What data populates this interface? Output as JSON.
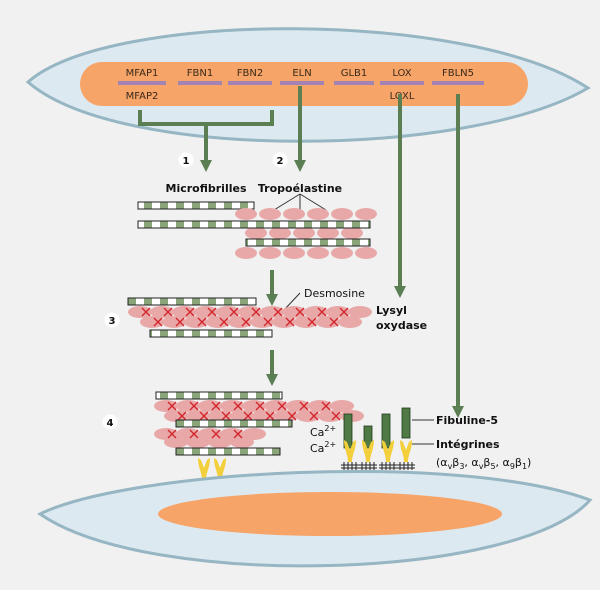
{
  "genes": {
    "row1": [
      "MFAP1",
      "FBN1",
      "FBN2",
      "ELN",
      "GLB1",
      "LOX",
      "FBLN5"
    ],
    "row2": [
      "MFAP2",
      "LOXL"
    ]
  },
  "steps": [
    "1",
    "2",
    "3",
    "4"
  ],
  "labels": {
    "microfibrilles": "Microfibrilles",
    "tropoelastine": "Tropoélastine",
    "desmosine": "Desmosine",
    "lysyl": "Lysyl",
    "oxydase": "oxydase",
    "fibuline5": "Fibuline-5",
    "integrines": "Intégrines",
    "ca": "Ca",
    "ca_charge": "2+"
  },
  "integrin_subunits": {
    "open": "(",
    "a1": "α",
    "a1s": "v",
    "b1": "β",
    "b1s": "3",
    "sep1": ", ",
    "a2": "α",
    "a2s": "v",
    "b2": "β",
    "b2s": "5",
    "sep2": ", ",
    "a3": "α",
    "a3s": "9",
    "b3": "β",
    "b3s": "1",
    "close": ")"
  },
  "colors": {
    "background": "#f1f1f1",
    "cell": "#dde9f0",
    "cell_border": "#96b6c3",
    "nucleus": "#f7a468",
    "gene_bar": "#a383b3",
    "arrow": "#5b7e53",
    "tropoelastin": "#e8a8a8",
    "crosslink": "#d2262d",
    "microfibril_fill": "#8aa57a",
    "integrin": "#f2cf3b"
  }
}
